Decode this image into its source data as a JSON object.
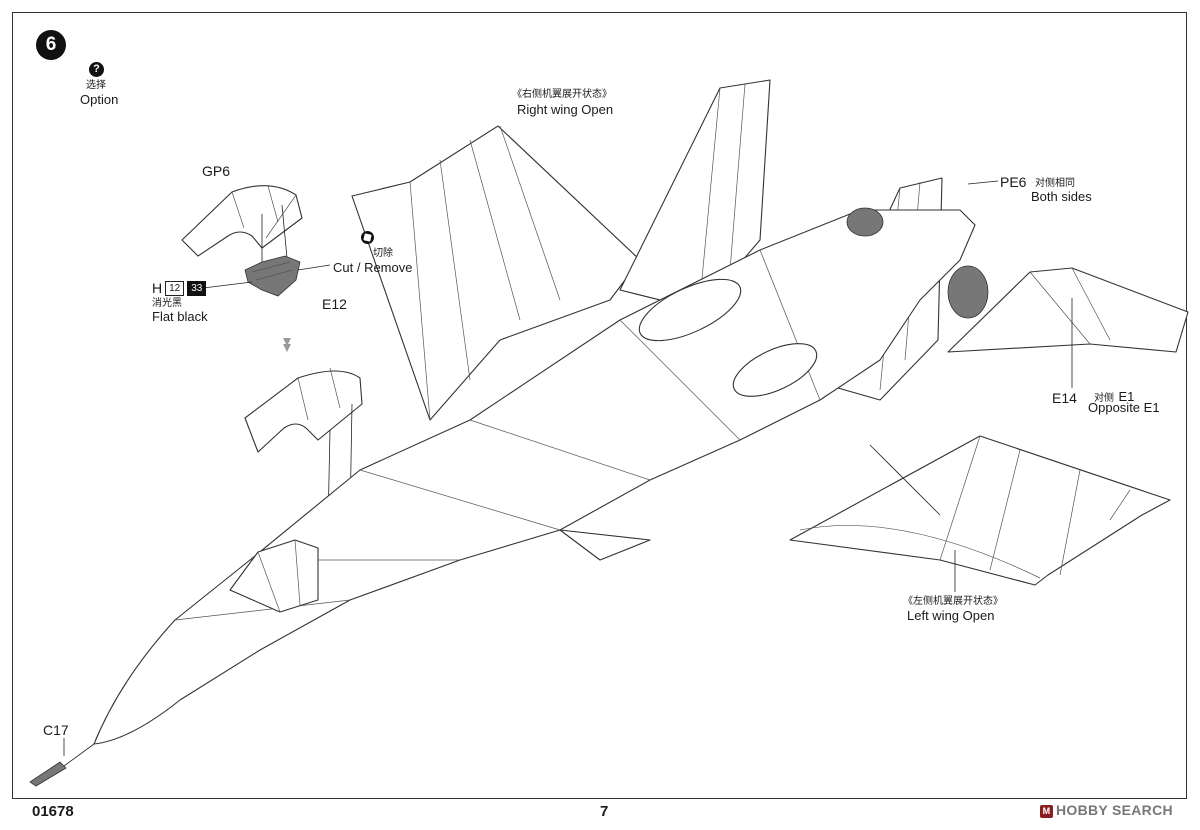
{
  "step": {
    "number": "6"
  },
  "option": {
    "icon": "question-icon",
    "cn": "选择",
    "en": "Option"
  },
  "canopy_option": {
    "part": "GP6"
  },
  "cut": {
    "icon": "cut-icon",
    "cn": "切除",
    "en": "Cut / Remove"
  },
  "color_callout": {
    "letter": "H",
    "code1": "12",
    "code2": "33",
    "cn": "消光黑",
    "en": "Flat black"
  },
  "seat_part": {
    "part": "E12"
  },
  "right_wing": {
    "cn": "《右侧机翼展开状态》",
    "en": "Right wing Open"
  },
  "pe_part": {
    "part": "PE6",
    "cn": "对侧相同",
    "en": "Both sides"
  },
  "e14_part": {
    "part": "E14",
    "cn": "对侧",
    "opposite_part": "E1",
    "en": "Opposite E1"
  },
  "left_wing": {
    "cn": "《左侧机翼展开状态》",
    "en": "Left wing Open"
  },
  "probe_part": {
    "part": "C17"
  },
  "footer": {
    "kit_number": "01678",
    "page_number": "7",
    "watermark": "HOBBY SEARCH"
  }
}
